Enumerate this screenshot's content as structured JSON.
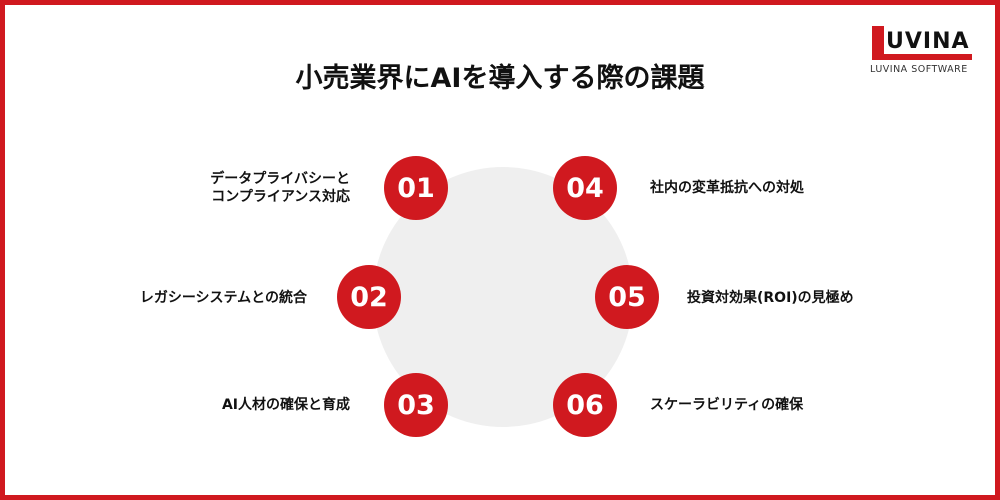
{
  "title": "小売業界にAIを導入する際の課題",
  "logo": {
    "wordmark": "UVINA",
    "full_name": "LUVINA",
    "subtitle": "LUVINA SOFTWARE"
  },
  "colors": {
    "accent": "#d0191f",
    "hub": "#efefef",
    "text": "#111111"
  },
  "challenges": [
    {
      "number": "01",
      "label_line1": "データプライバシーと",
      "label_line2": "コンプライアンス対応"
    },
    {
      "number": "02",
      "label": "レガシーシステムとの統合"
    },
    {
      "number": "03",
      "label": "AI人材の確保と育成"
    },
    {
      "number": "04",
      "label": "社内の変革抵抗への対処"
    },
    {
      "number": "05",
      "label": "投資対効果(ROI)の見極め"
    },
    {
      "number": "06",
      "label": "スケーラビリティの確保"
    }
  ]
}
